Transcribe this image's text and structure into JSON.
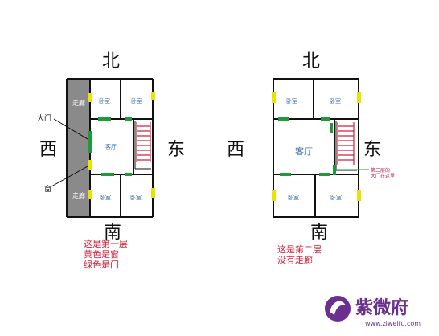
{
  "plan1": {
    "north": "北",
    "south": "南",
    "west": "西",
    "east": "东",
    "corridor_top": "走廊",
    "corridor_bottom": "走廊",
    "bedroom_tl": "卧室",
    "bedroom_tr": "卧室",
    "bedroom_bl": "卧室",
    "bedroom_br": "卧室",
    "living_room": "客厅",
    "main_door": "大门",
    "window": "窗",
    "note_line1": "这是第一层",
    "note_line2": "黄色是窗",
    "note_line3": "绿色是门"
  },
  "plan2": {
    "north": "北",
    "south": "南",
    "west": "西",
    "east": "东",
    "bedroom_tl": "卧室",
    "bedroom_tr": "卧室",
    "bedroom_bl": "卧室",
    "bedroom_br": "卧室",
    "living_room": "客厅",
    "door_note_line1": "第二层的",
    "door_note_line2": "大门在这里",
    "note_line1": "这是第二层",
    "note_line2": "没有走廊"
  },
  "watermark": {
    "name": "紫微府",
    "url": "www.ziweifu.com"
  },
  "colors": {
    "wall": "#111111",
    "corridor": "#8a8a8a",
    "window": "#e8e400",
    "door": "#1f9a3a",
    "stairs": "#d0213a",
    "room_text": "#3a6fb8",
    "note_text": "#d0213a",
    "watermark": "#6a2f8f"
  }
}
